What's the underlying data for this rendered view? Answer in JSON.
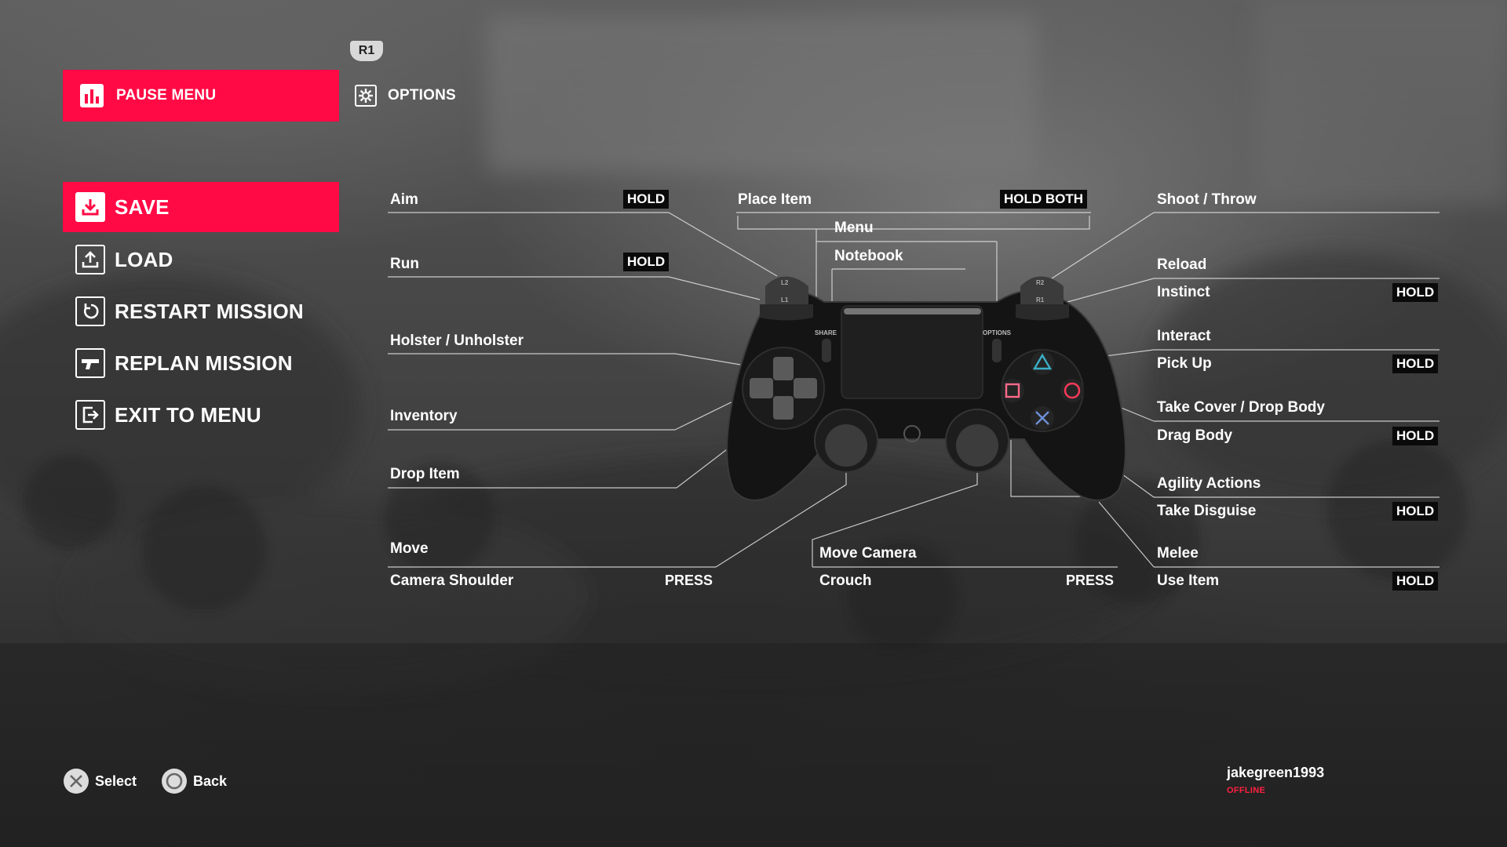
{
  "header": {
    "bumper_hint": "R1",
    "tabs": [
      {
        "label": "PAUSE MENU",
        "active": true
      },
      {
        "label": "OPTIONS",
        "active": false
      }
    ]
  },
  "menu": {
    "items": [
      {
        "label": "SAVE",
        "icon": "save-icon",
        "active": true
      },
      {
        "label": "LOAD",
        "icon": "load-icon",
        "active": false
      },
      {
        "label": "RESTART MISSION",
        "icon": "restart-icon",
        "active": false
      },
      {
        "label": "REPLAN MISSION",
        "icon": "pistol-icon",
        "active": false
      },
      {
        "label": "EXIT TO MENU",
        "icon": "exit-icon",
        "active": false
      }
    ]
  },
  "controls": {
    "aim": "Aim",
    "aim_mod": "HOLD",
    "run": "Run",
    "run_mod": "HOLD",
    "holster": "Holster / Unholster",
    "inventory": "Inventory",
    "drop_item": "Drop Item",
    "move": "Move",
    "camera_shoulder": "Camera Shoulder",
    "camera_shoulder_mod": "PRESS",
    "place_item": "Place Item",
    "place_item_mod": "HOLD BOTH",
    "menu": "Menu",
    "notebook": "Notebook",
    "move_camera": "Move Camera",
    "crouch": "Crouch",
    "crouch_mod": "PRESS",
    "shoot_throw": "Shoot / Throw",
    "reload": "Reload",
    "instinct": "Instinct",
    "instinct_mod": "HOLD",
    "interact": "Interact",
    "pick_up": "Pick Up",
    "pick_up_mod": "HOLD",
    "take_cover": "Take Cover / Drop Body",
    "drag_body": "Drag Body",
    "drag_body_mod": "HOLD",
    "agility": "Agility Actions",
    "take_disguise": "Take Disguise",
    "take_disguise_mod": "HOLD",
    "melee": "Melee",
    "use_item": "Use Item",
    "use_item_mod": "HOLD"
  },
  "controller": {
    "share_label": "SHARE",
    "options_label": "OPTIONS",
    "l2": "L2",
    "l1": "L1",
    "r2": "R2",
    "r1": "R1",
    "colors": {
      "triangle": "#3ab0c8",
      "circle": "#ff3a5a",
      "square": "#ff6a8a",
      "cross": "#6f8fd8"
    }
  },
  "footer": {
    "select_label": "Select",
    "back_label": "Back"
  },
  "user": {
    "name": "jakegreen1993",
    "status": "OFFLINE"
  },
  "colors": {
    "accent": "#ff0a45",
    "badge_bg": "#0a0a0a"
  }
}
